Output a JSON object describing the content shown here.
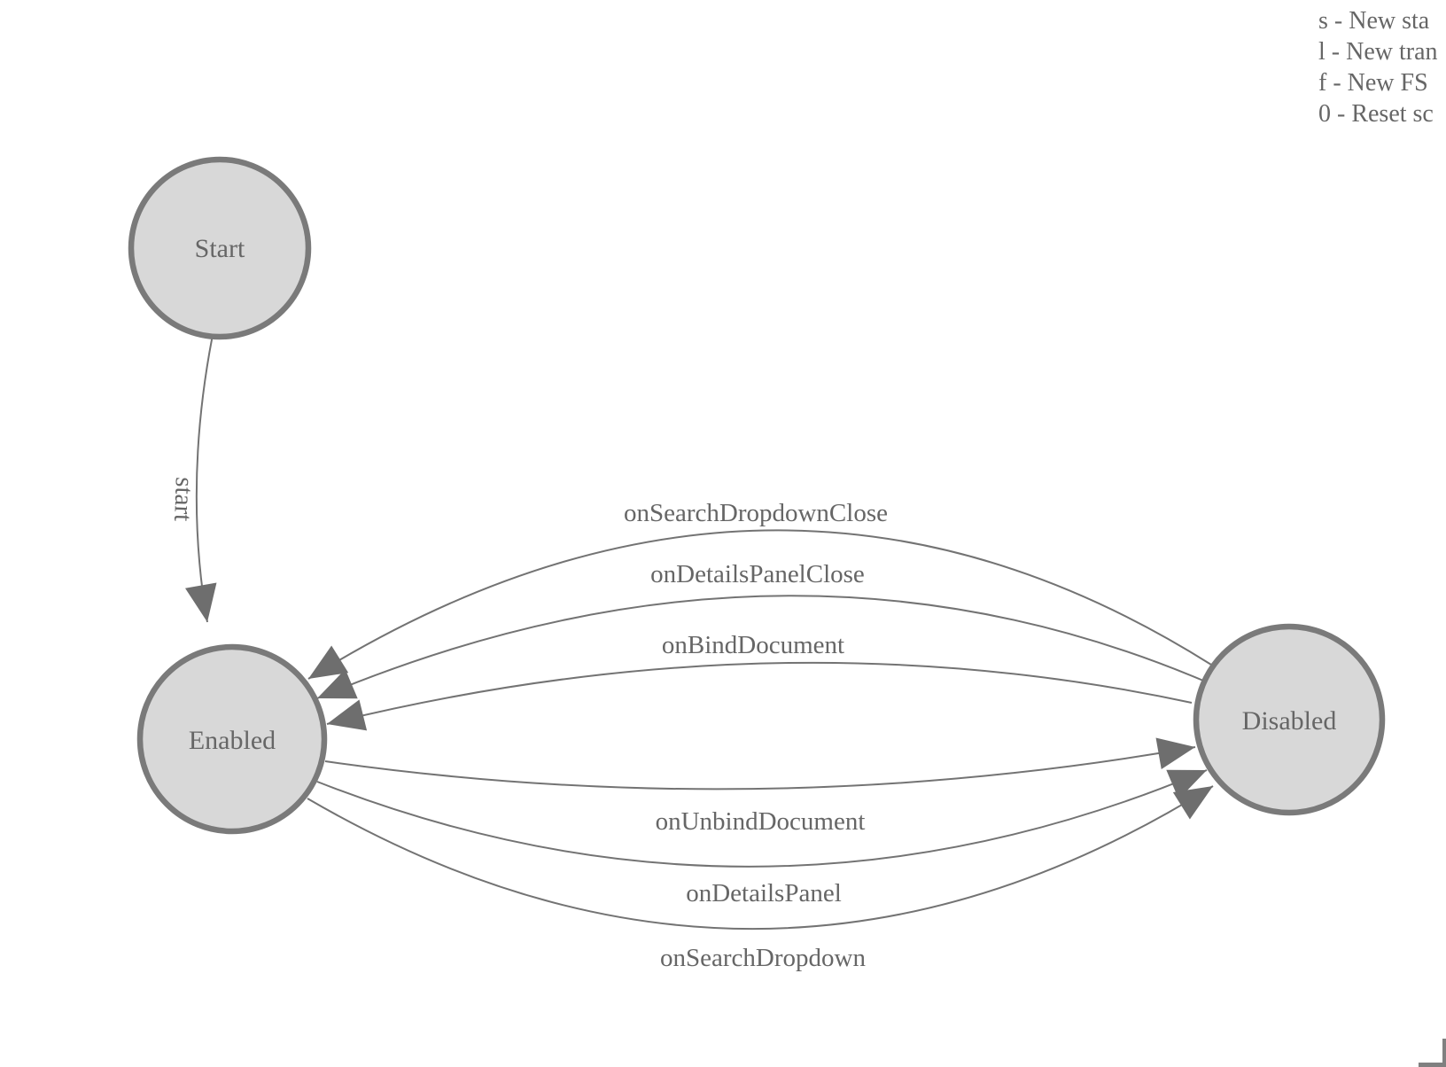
{
  "help": {
    "lines": [
      "s - New sta",
      "l - New tran",
      "f - New FS",
      "0 - Reset sc"
    ]
  },
  "diagram": {
    "states": [
      {
        "id": "start",
        "label": "Start"
      },
      {
        "id": "enabled",
        "label": "Enabled"
      },
      {
        "id": "disabled",
        "label": "Disabled"
      }
    ],
    "transitions": [
      {
        "label": "start",
        "from": "Start",
        "to": "Enabled"
      },
      {
        "label": "onSearchDropdownClose",
        "from": "Disabled",
        "to": "Enabled"
      },
      {
        "label": "onDetailsPanelClose",
        "from": "Disabled",
        "to": "Enabled"
      },
      {
        "label": "onBindDocument",
        "from": "Disabled",
        "to": "Enabled"
      },
      {
        "label": "onUnbindDocument",
        "from": "Enabled",
        "to": "Disabled"
      },
      {
        "label": "onDetailsPanel",
        "from": "Enabled",
        "to": "Disabled"
      },
      {
        "label": "onSearchDropdown",
        "from": "Enabled",
        "to": "Disabled"
      }
    ]
  },
  "colors": {
    "state_fill": "#d8d8d8",
    "state_border": "#7a7a7a",
    "edge_stroke": "#737373",
    "arrowhead": "#6e6e6e",
    "text": "#666666"
  }
}
